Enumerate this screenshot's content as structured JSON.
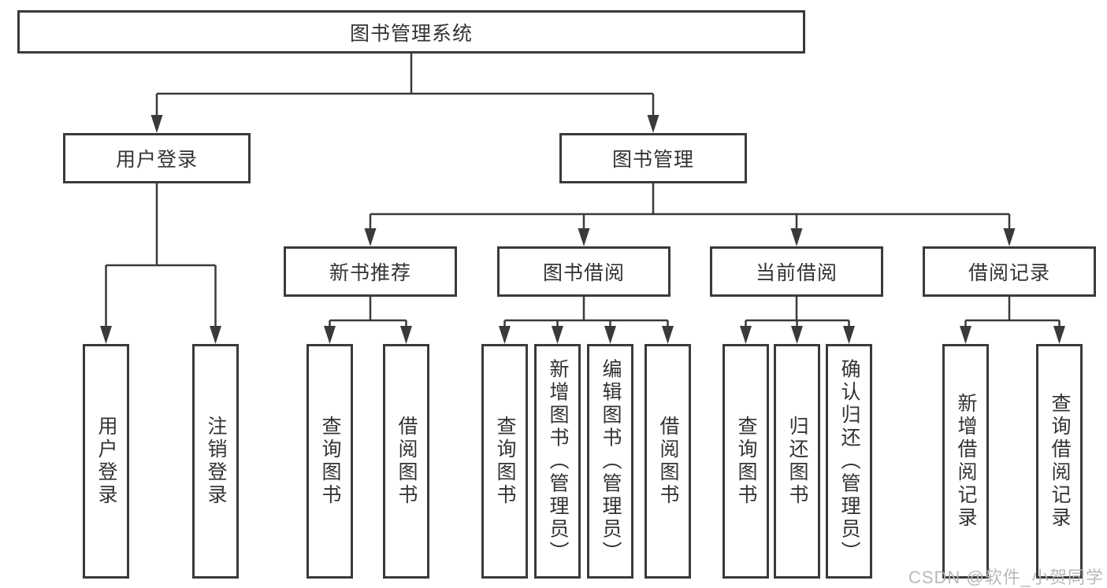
{
  "diagram": {
    "type": "hierarchy-tree",
    "tree": {
      "label": "图书管理系统",
      "children": [
        {
          "label": "用户登录",
          "children": [
            {
              "label": "用户登录"
            },
            {
              "label": "注销登录"
            }
          ]
        },
        {
          "label": "图书管理",
          "children": [
            {
              "label": "新书推荐",
              "children": [
                {
                  "label": "查询图书"
                },
                {
                  "label": "借阅图书"
                }
              ]
            },
            {
              "label": "图书借阅",
              "children": [
                {
                  "label": "查询图书"
                },
                {
                  "label": "新增图书（管理员）"
                },
                {
                  "label": "编辑图书（管理员）"
                },
                {
                  "label": "借阅图书"
                }
              ]
            },
            {
              "label": "当前借阅",
              "children": [
                {
                  "label": "查询图书"
                },
                {
                  "label": "归还图书"
                },
                {
                  "label": "确认归还（管理员）"
                }
              ]
            },
            {
              "label": "借阅记录",
              "children": [
                {
                  "label": "新增借阅记录"
                },
                {
                  "label": "查询借阅记录"
                }
              ]
            }
          ]
        }
      ]
    },
    "colors": {
      "line": "#3a3a3a",
      "text": "#333333",
      "background": "#ffffff",
      "watermark": "#b4b6ba"
    }
  },
  "watermark": {
    "text": "CSDN @软件_小贺同学"
  }
}
